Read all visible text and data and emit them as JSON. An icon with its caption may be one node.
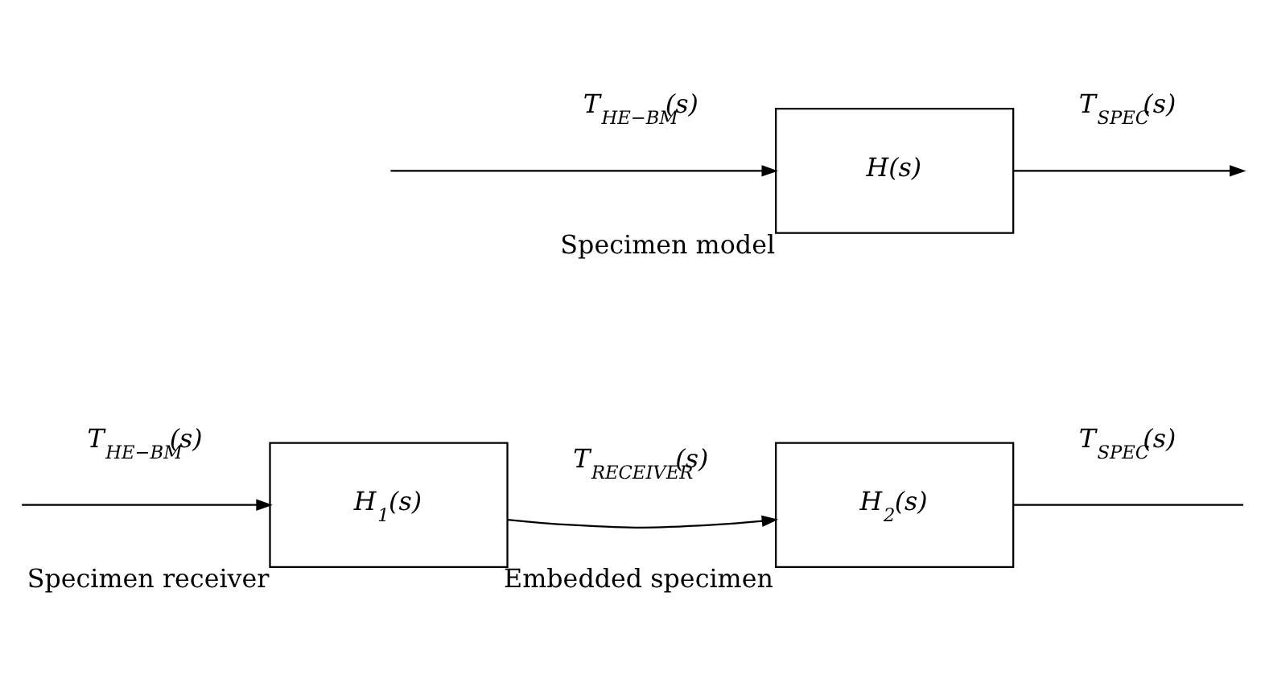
{
  "diagram": {
    "nodes": [
      {
        "text": [
          "H$_{1}$(s)"
        ],
        "beside": [
          "Specimen receiver"
        ]
      },
      {
        "text": [
          "H$_{2}$(s)"
        ],
        "beside": [
          "Embedded specimen"
        ]
      },
      {
        "text": [
          "H(s)"
        ],
        "beside": [
          "Specimen model"
        ]
      }
    ],
    "edges": [
      {
        "from": null,
        "to": 0,
        "arrow": "to",
        "label": "T$_{HE−BM}$(s)"
      },
      {
        "from": 0,
        "to": 1,
        "arrow": "to",
        "label": "T$_{RECEIVER}$(s)"
      },
      {
        "from": 1,
        "to": null,
        "arrow": "none",
        "label": "T$_{SPEC}$(s)"
      },
      {
        "from": null,
        "to": 2,
        "arrow": "to",
        "label": "T$_{HE−BM}$(s)"
      },
      {
        "from": 2,
        "to": null,
        "arrow": "to",
        "label": "T$_{SPEC}$(s)"
      }
    ]
  }
}
